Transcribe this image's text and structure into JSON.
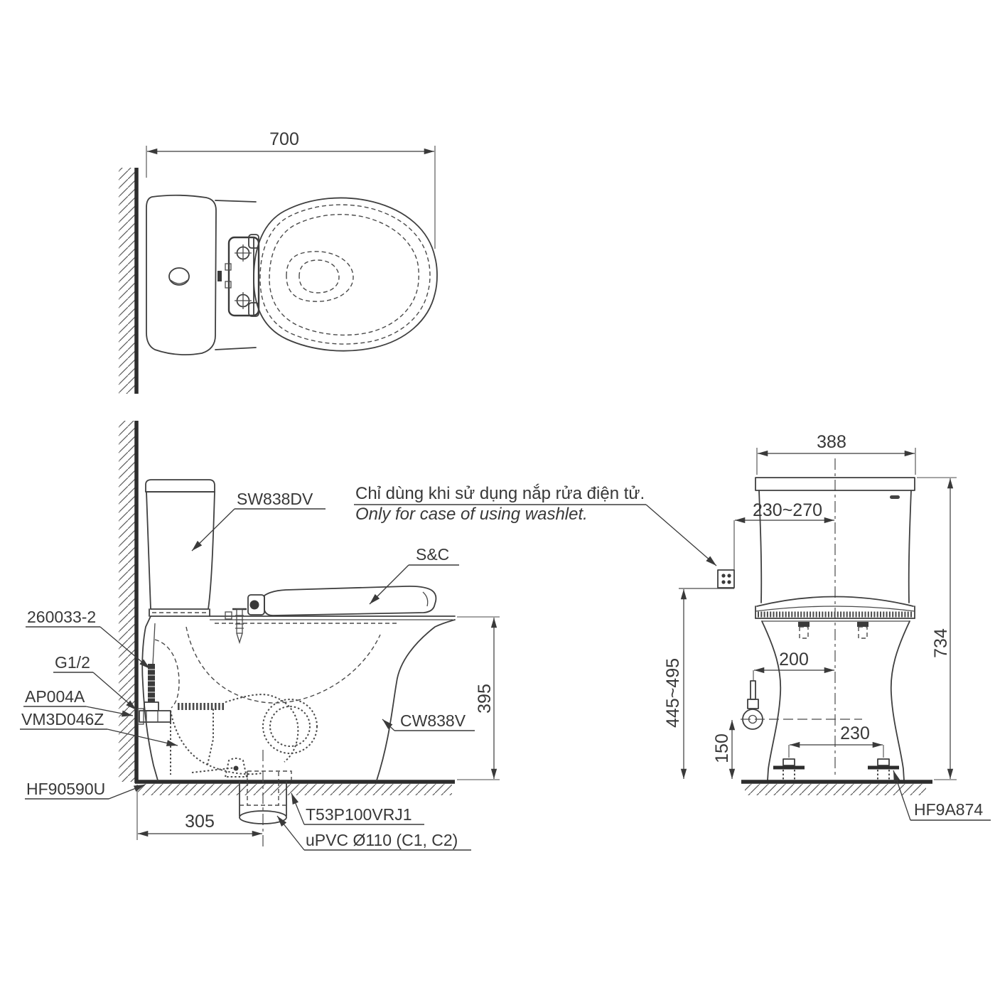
{
  "note": {
    "vi": "Chỉ dùng khi sử dụng nắp rửa điện tử.",
    "en": "Only for case of using washlet."
  },
  "top_view": {
    "dims": {
      "overall_depth": "700"
    }
  },
  "side_view": {
    "dims": {
      "trap_distance": "305",
      "rim_height": "395"
    },
    "labels": {
      "tank": "SW838DV",
      "seat": "S&C",
      "bowl": "CW838V",
      "supply_pipe": "260033-2",
      "thread": "G1/2",
      "angle_valve": "AP004A",
      "seal": "VM3D046Z",
      "gasket": "HF90590U",
      "flange": "T53P100VRJ1",
      "drain_pipe": "uPVC Ø110 (C1, C2)"
    }
  },
  "front_view": {
    "dims": {
      "tank_width": "388",
      "supply_offset": "230~270",
      "total_height": "734",
      "supply_height": "445~495",
      "valve_offset": "200",
      "valve_height": "150",
      "bolt_spacing": "230"
    },
    "labels": {
      "bolt_cap": "HF9A874"
    }
  },
  "colors": {
    "ink": "#3f3f3f",
    "text": "#383838",
    "thick_line": "#2d2d2d",
    "background": "#ffffff"
  }
}
